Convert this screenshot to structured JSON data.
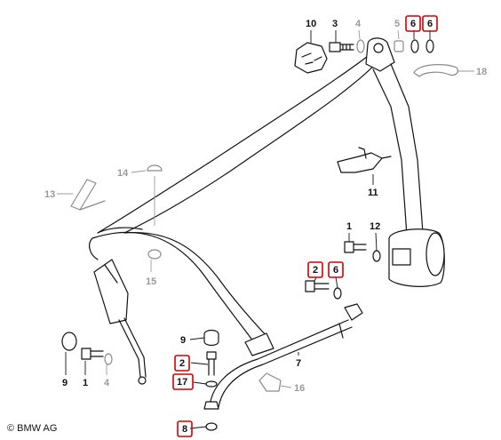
{
  "copyright": {
    "symbol": "©",
    "text": "BMW AG"
  },
  "callouts": [
    {
      "id": "c10",
      "label": "10",
      "color": "black",
      "boxed": false
    },
    {
      "id": "c3",
      "label": "3",
      "color": "black",
      "boxed": false
    },
    {
      "id": "c4-top",
      "label": "4",
      "color": "grey",
      "boxed": false
    },
    {
      "id": "c5",
      "label": "5",
      "color": "grey",
      "boxed": false
    },
    {
      "id": "c6-top-a",
      "label": "6",
      "color": "black",
      "boxed": true
    },
    {
      "id": "c6-top-b",
      "label": "6",
      "color": "black",
      "boxed": true
    },
    {
      "id": "c18",
      "label": "18",
      "color": "grey",
      "boxed": false
    },
    {
      "id": "c14",
      "label": "14",
      "color": "grey",
      "boxed": false
    },
    {
      "id": "c13",
      "label": "13",
      "color": "grey",
      "boxed": false
    },
    {
      "id": "c11",
      "label": "11",
      "color": "black",
      "boxed": false
    },
    {
      "id": "c1-right",
      "label": "1",
      "color": "black",
      "boxed": false
    },
    {
      "id": "c12",
      "label": "12",
      "color": "black",
      "boxed": false
    },
    {
      "id": "c15",
      "label": "15",
      "color": "grey",
      "boxed": false
    },
    {
      "id": "c2-mid",
      "label": "2",
      "color": "black",
      "boxed": true
    },
    {
      "id": "c6-mid",
      "label": "6",
      "color": "black",
      "boxed": true
    },
    {
      "id": "c9-mid",
      "label": "9",
      "color": "black",
      "boxed": false
    },
    {
      "id": "c7",
      "label": "7",
      "color": "black",
      "boxed": false
    },
    {
      "id": "c2-low",
      "label": "2",
      "color": "black",
      "boxed": true
    },
    {
      "id": "c17",
      "label": "17",
      "color": "black",
      "boxed": true
    },
    {
      "id": "c16",
      "label": "16",
      "color": "grey",
      "boxed": false
    },
    {
      "id": "c8",
      "label": "8",
      "color": "black",
      "boxed": true
    },
    {
      "id": "c9-left",
      "label": "9",
      "color": "black",
      "boxed": false
    },
    {
      "id": "c1-left",
      "label": "1",
      "color": "black",
      "boxed": false
    },
    {
      "id": "c4-left",
      "label": "4",
      "color": "grey",
      "boxed": false
    }
  ],
  "colors": {
    "ink": "#111111",
    "superseded_part": "#9a9a9a",
    "highlight_box": "#d20000",
    "background": "#ffffff"
  }
}
